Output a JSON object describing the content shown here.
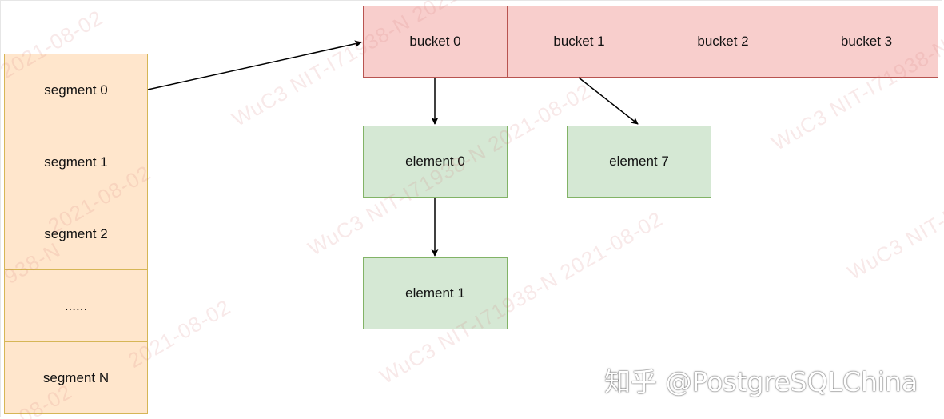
{
  "segments": [
    "segment 0",
    "segment 1",
    "segment 2",
    "......",
    "segment N"
  ],
  "buckets": [
    "bucket 0",
    "bucket 1",
    "bucket 2",
    "bucket 3"
  ],
  "elements": {
    "element_0": "element 0",
    "element_1": "element 1",
    "element_7": "element 7"
  },
  "watermark": {
    "text_a": "WuC3  NIT-I71938-N  2021-08-02",
    "text_b": "2021-08-02",
    "text_c": "WuC3  NIT-I71938-N",
    "text_d": "NIT-I71938-N  2021-08-02",
    "text_e": "WuC3  NIT-I7",
    "text_f": "938-N",
    "text_g": "-08-02"
  },
  "brand": "知乎 @PostgreSQLChina",
  "colors": {
    "segment_fill": "#ffe6cc",
    "segment_stroke": "#d6b656",
    "bucket_fill": "#f8cecc",
    "bucket_stroke": "#b85450",
    "element_fill": "#d5e8d4",
    "element_stroke": "#82b366",
    "arrow": "#000000"
  }
}
